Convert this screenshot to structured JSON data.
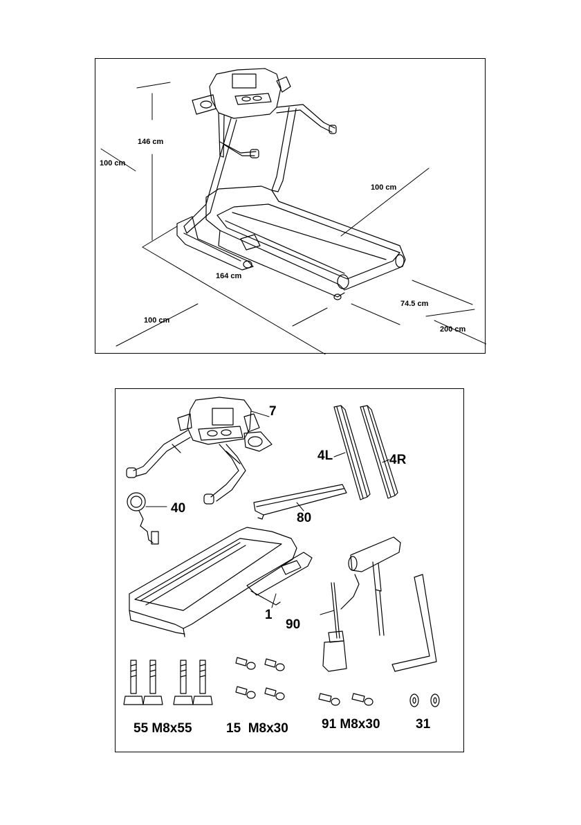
{
  "dimensions": {
    "height": "146 cm",
    "left_clearance": "100 cm",
    "top_clearance": "100 cm",
    "length": "164 cm",
    "front_clearance": "100 cm",
    "width": "74.5 cm",
    "rear_clearance": "200 cm"
  },
  "parts": {
    "console": "7",
    "upright_left": "4L",
    "upright_right": "4R",
    "safety_key": "40",
    "cover": "80",
    "main_frame": "1",
    "lubricant": "90"
  },
  "hardware": {
    "bolt_long": "55 M8x55",
    "bolt_a": "15  M8x30",
    "bolt_b": "91 M8x30",
    "washer": "31"
  }
}
